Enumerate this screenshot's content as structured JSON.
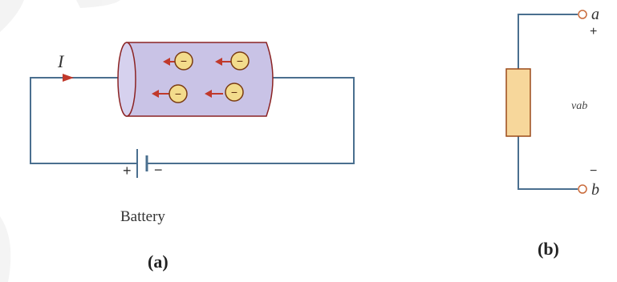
{
  "figure_a": {
    "current_label": "I",
    "battery_label": "Battery",
    "plus_sign": "+",
    "minus_sign": "−",
    "electron_sign": "−",
    "caption": "(a)"
  },
  "figure_b": {
    "terminal_a": "a",
    "terminal_b": "b",
    "plus_sign": "+",
    "minus_sign": "−",
    "voltage_label": "vab",
    "caption": "(b)"
  },
  "colors": {
    "wire": "#4a6f8f",
    "conductor_fill": "#c9c3e6",
    "conductor_stroke": "#8b2323",
    "electron_fill": "#f3dc8c",
    "electron_stroke": "#7a3b12",
    "arrow": "#c0392b",
    "element_fill": "#f7d79b",
    "element_stroke": "#9b4a1a",
    "terminal": "#c96a3a"
  }
}
